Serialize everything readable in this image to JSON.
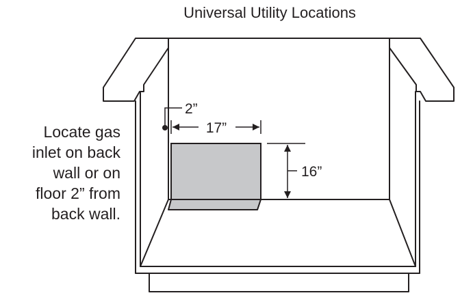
{
  "title": "Universal Utility Locations",
  "note_lines": [
    "Locate gas",
    "inlet on back",
    "wall or on",
    "floor 2” from",
    "back wall."
  ],
  "dimensions": {
    "offset": "2”",
    "width": "17”",
    "height": "16”"
  },
  "colors": {
    "outline": "#231f20",
    "utility_zone": "#c7c8ca"
  }
}
